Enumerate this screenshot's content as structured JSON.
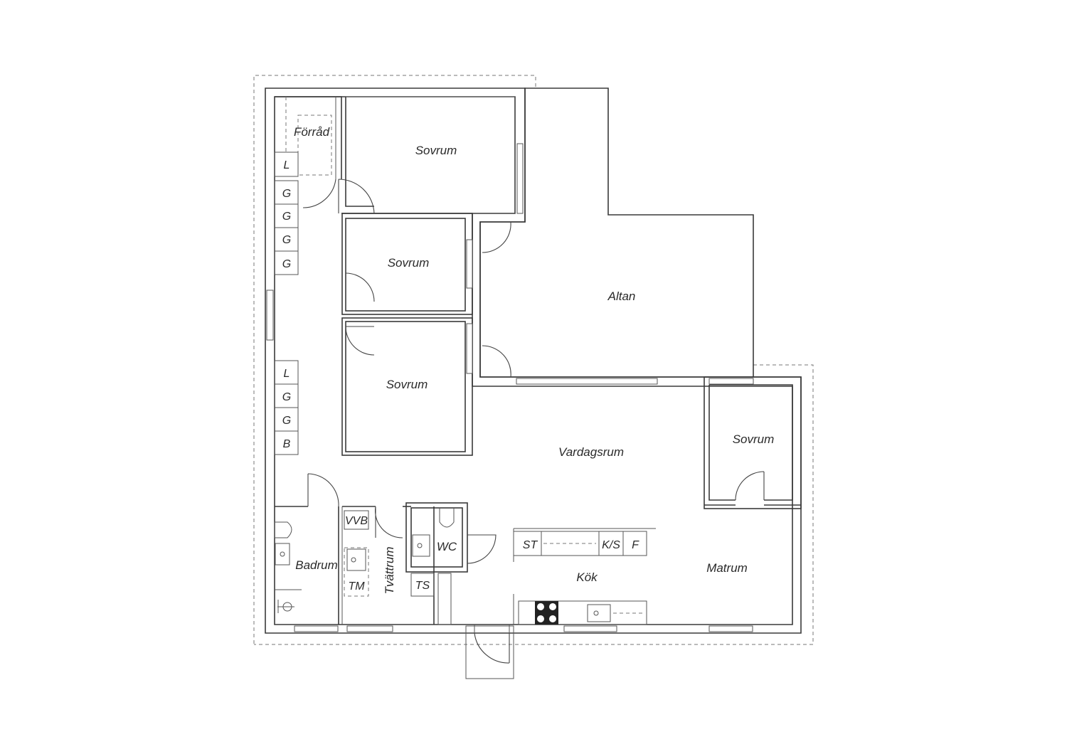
{
  "rooms": {
    "forrad": "Förråd",
    "sovrum": "Sovrum",
    "altan": "Altan",
    "vardagsrum": "Vardagsrum",
    "matrum": "Matrum",
    "kok": "Kök",
    "badrum": "Badrum",
    "tvattrum": "Tvättrum",
    "wc": "WC"
  },
  "fixtures": {
    "linen": "L",
    "wardrobe": "G",
    "broom": "B",
    "water_heater": "VVB",
    "washer": "TM",
    "dryer": "TS",
    "stove": "ST",
    "fridge_freezer": "K/S",
    "freezer": "F"
  },
  "icons": [
    "toilet-icon",
    "sink-icon",
    "shower-icon",
    "stove-icon",
    "kitchen-sink-icon"
  ]
}
